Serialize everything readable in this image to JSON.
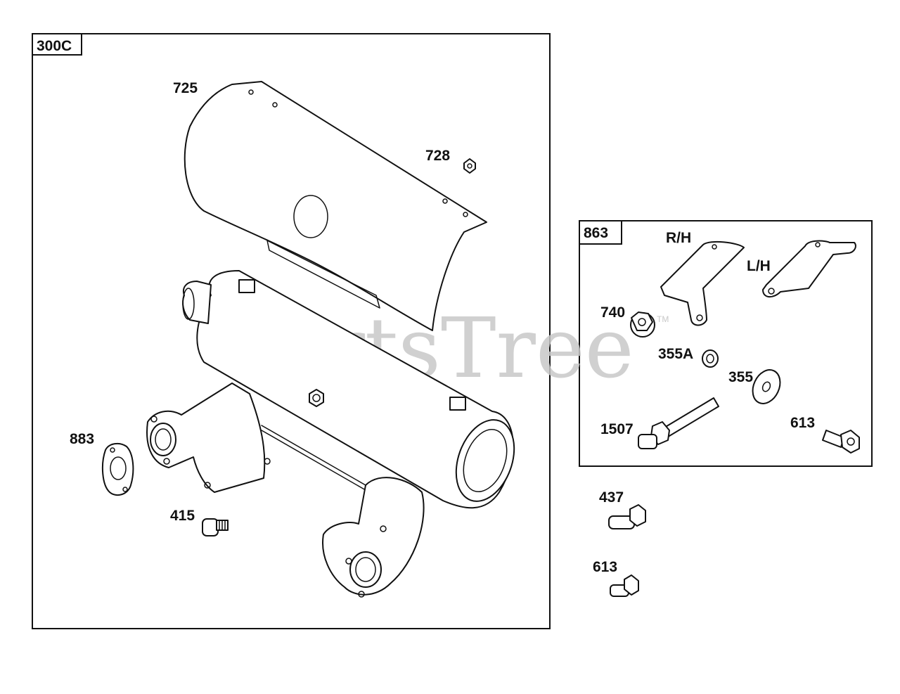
{
  "watermark": {
    "text": "PartsTree",
    "trademark": "TM"
  },
  "groups": {
    "main": {
      "label": "300C"
    },
    "kit": {
      "label": "863"
    }
  },
  "callouts": {
    "c725": "725",
    "c728": "728",
    "c883": "883",
    "c415": "415",
    "c863rh": "R/H",
    "c863lh": "L/H",
    "c740": "740",
    "c355a": "355A",
    "c355": "355",
    "c1507": "1507",
    "c613kit": "613",
    "c437": "437",
    "c613": "613"
  }
}
